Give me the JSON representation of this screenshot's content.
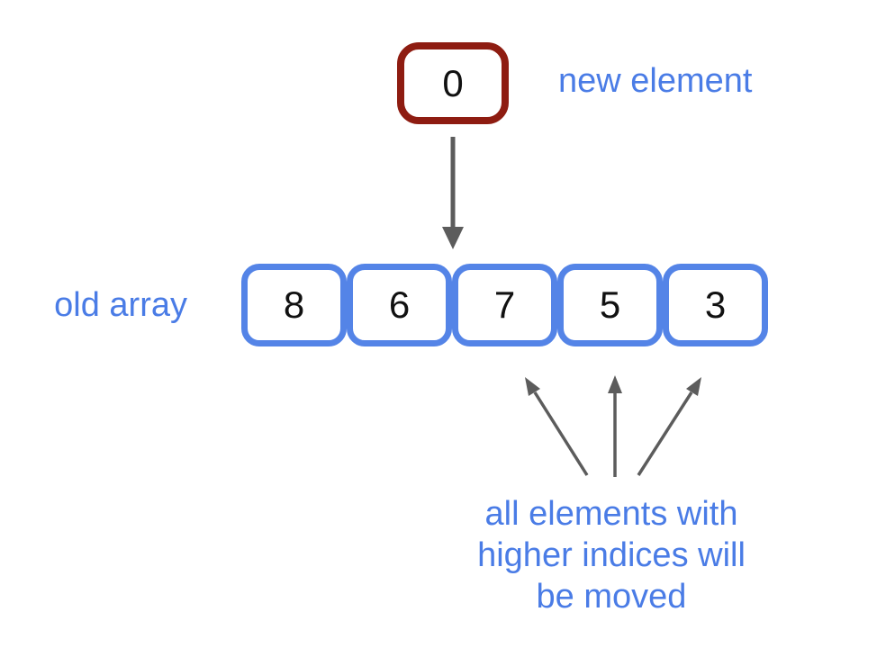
{
  "colors": {
    "background": "#ffffff",
    "array_border_blue": "#5484e7",
    "label_blue": "#4a7ce6",
    "new_element_red": "#8e1c11",
    "arrow_gray": "#5c5c5c",
    "value_black": "#111111"
  },
  "diagram": {
    "new_element": {
      "value": "0",
      "label": "new element"
    },
    "old_array": {
      "label": "old array",
      "values": [
        "8",
        "6",
        "7",
        "5",
        "3"
      ]
    },
    "annotation": {
      "lines": [
        "all elements with",
        "higher indices will",
        "be moved"
      ]
    },
    "icons": {
      "insert_arrow": "down-arrow-icon",
      "shift_arrow_left": "up-left-arrow-icon",
      "shift_arrow_middle": "up-arrow-icon",
      "shift_arrow_right": "up-right-arrow-icon"
    }
  }
}
